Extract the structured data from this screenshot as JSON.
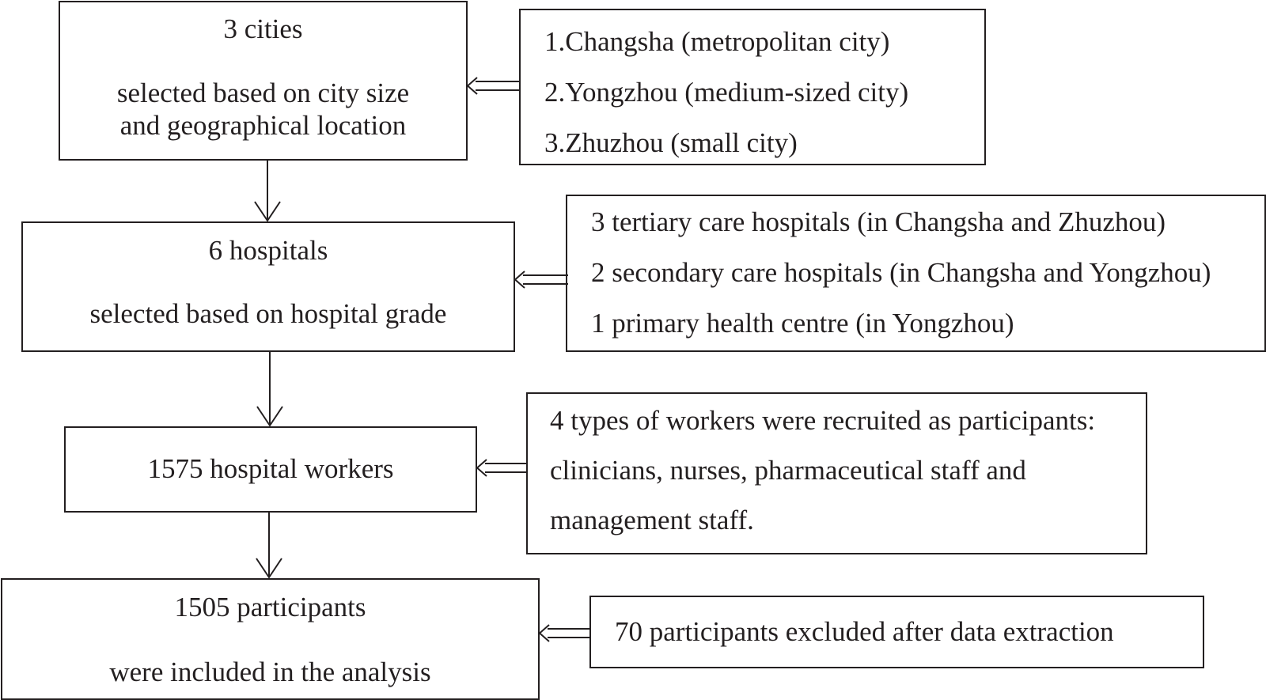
{
  "main_steps": {
    "cities": {
      "count_line": "3 cities",
      "desc_line1": "selected based on city size",
      "desc_line2": "and geographical location"
    },
    "hospitals": {
      "count_line": "6 hospitals",
      "desc_line1": "selected based on hospital grade"
    },
    "workers": {
      "count_line": "1575 hospital workers"
    },
    "participants": {
      "count_line": "1505 participants",
      "desc_line1": "were included in the analysis"
    }
  },
  "side_notes": {
    "cities": [
      "1.Changsha (metropolitan city)",
      "2.Yongzhou (medium-sized city)",
      "3.Zhuzhou (small city)"
    ],
    "hospitals": [
      "3 tertiary care hospitals (in Changsha and Zhuzhou)",
      "2 secondary care hospitals (in Changsha and Yongzhou)",
      "1 primary health centre (in Yongzhou)"
    ],
    "workers": [
      "4 types of workers were recruited as participants:",
      "clinicians, nurses, pharmaceutical staff and",
      "management staff."
    ],
    "participants": [
      "70 participants excluded after data extraction"
    ]
  }
}
